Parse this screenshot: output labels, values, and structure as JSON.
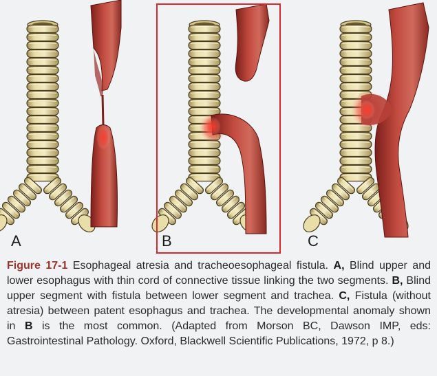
{
  "panels": [
    {
      "label": "A"
    },
    {
      "label": "B"
    },
    {
      "label": "C"
    }
  ],
  "caption": {
    "figure_label": "Figure 17-1",
    "title_text": " Esophageal atresia and tracheoesophageal fistula. ",
    "a_label": "A,",
    "a_text": " Blind upper and lower esophagus with thin cord of connective tissue linking the two segments. ",
    "b_label": "B,",
    "b_text": " Blind upper segment with fistula between lower segment and trachea. ",
    "c_label": "C,",
    "c_text": " Fistula (without atresia) between patent esophagus and trachea. The developmental anomaly shown in ",
    "b_ref": "B",
    "common_text": " is the most common. (Adapted from Morson BC, Dawson IMP, eds: Gastrointestinal Pathology. Oxford, Blackwell Scientific Publications, 1972, p 8.)"
  },
  "colors": {
    "cartilage": "#e9deaa",
    "cartilage_shadow": "#b8a66a",
    "muscle": "#b43a32",
    "muscle_dark": "#7a1f1a",
    "fistula_red": "#e03a30",
    "highlight_border": "#e0262b",
    "figure_label": "#a0322a"
  }
}
